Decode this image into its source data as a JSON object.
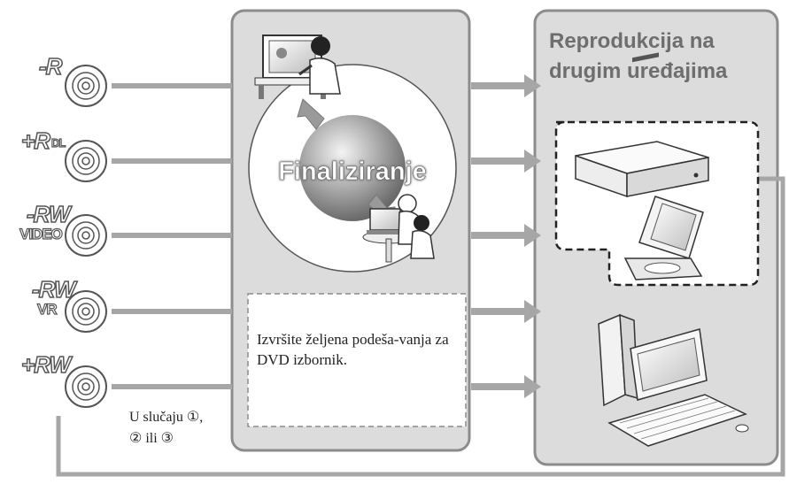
{
  "discs": [
    {
      "label": "-R",
      "sub": ""
    },
    {
      "label": "+R",
      "sub": "DL"
    },
    {
      "label": "-RW",
      "sub": "VIDEO"
    },
    {
      "label": "-RW",
      "sub": "VR"
    },
    {
      "label": "+RW",
      "sub": ""
    }
  ],
  "center": {
    "title": "Finaliziranje",
    "dvd_menu_text": "Izvršite željena podeša-vanja za DVD izbornik."
  },
  "case_note": {
    "line1": "U slučaju ①,",
    "line2": "② ili ③"
  },
  "right": {
    "title_line1": "Reprodukcija na",
    "title_line2": "drugim uređajima"
  },
  "colors": {
    "panel_fill": "#dcdcdc",
    "panel_border": "#8c8c8c",
    "arrow": "#a6a6a6",
    "title_gray": "#6e6e6e"
  }
}
